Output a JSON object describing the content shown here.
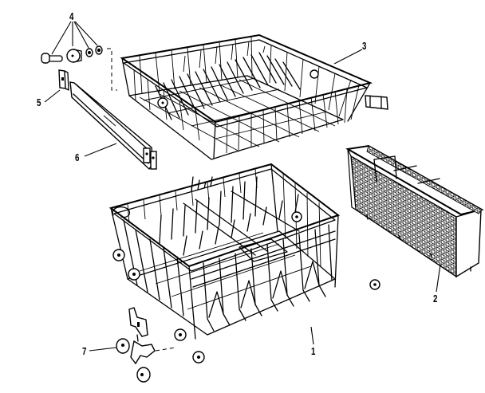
{
  "diagram": {
    "type": "exploded-parts-diagram",
    "subject": "Dishwasher rack assembly",
    "background": "#ffffff",
    "ink": "#000000",
    "callouts": [
      {
        "number": "1",
        "part": "lower-dishrack"
      },
      {
        "number": "2",
        "part": "silverware-basket"
      },
      {
        "number": "3",
        "part": "upper-dishrack"
      },
      {
        "number": "4",
        "part": "roller-and-fasteners"
      },
      {
        "number": "5",
        "part": "track-stop-clip"
      },
      {
        "number": "6",
        "part": "upper-rack-track"
      },
      {
        "number": "7",
        "part": "lower-rack-roller"
      }
    ]
  }
}
